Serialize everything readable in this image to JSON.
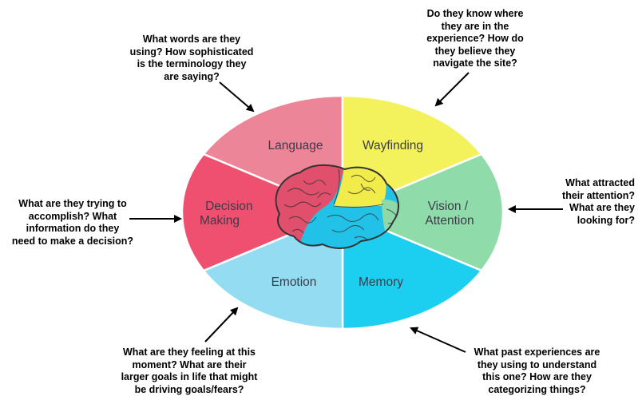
{
  "diagram": {
    "segments": [
      {
        "id": "language",
        "label": "Language",
        "color": "#ec8597"
      },
      {
        "id": "wayfinding",
        "label": "Wayfinding",
        "color": "#f4f25c"
      },
      {
        "id": "vision",
        "label": "Vision /\nAttention",
        "color": "#8fdcaa"
      },
      {
        "id": "memory",
        "label": "Memory",
        "color": "#1ccff0"
      },
      {
        "id": "emotion",
        "label": "Emotion",
        "color": "#94dcf1"
      },
      {
        "id": "decision",
        "label": "Decision\nMaking",
        "color": "#ef506f"
      }
    ],
    "questions": {
      "language": "What words are they\nusing? How sophisticated\nis the terminology they\nare saying?",
      "wayfinding": "Do they know where\nthey are in the\nexperience? How do\nthey believe they\nnavigate the site?",
      "vision": "What attracted\ntheir attention?\nWhat are they\nlooking for?",
      "decision": "What are they trying to\naccomplish? What\ninformation do they\nneed to make a decision?",
      "emotion": "What are they feeling at this\nmoment? What are their\nlarger goals in life that might\nbe driving goals/fears?",
      "memory": "What past experiences are\nthey using to understand\nthis one? How are they\ncategorizing things?"
    },
    "brain_colors": {
      "frontal": "#e0506d",
      "parietal": "#f2ec4a",
      "occipital": "#8fd9a8",
      "temporal": "#22c2e8",
      "outline": "#3a3a3a"
    }
  }
}
